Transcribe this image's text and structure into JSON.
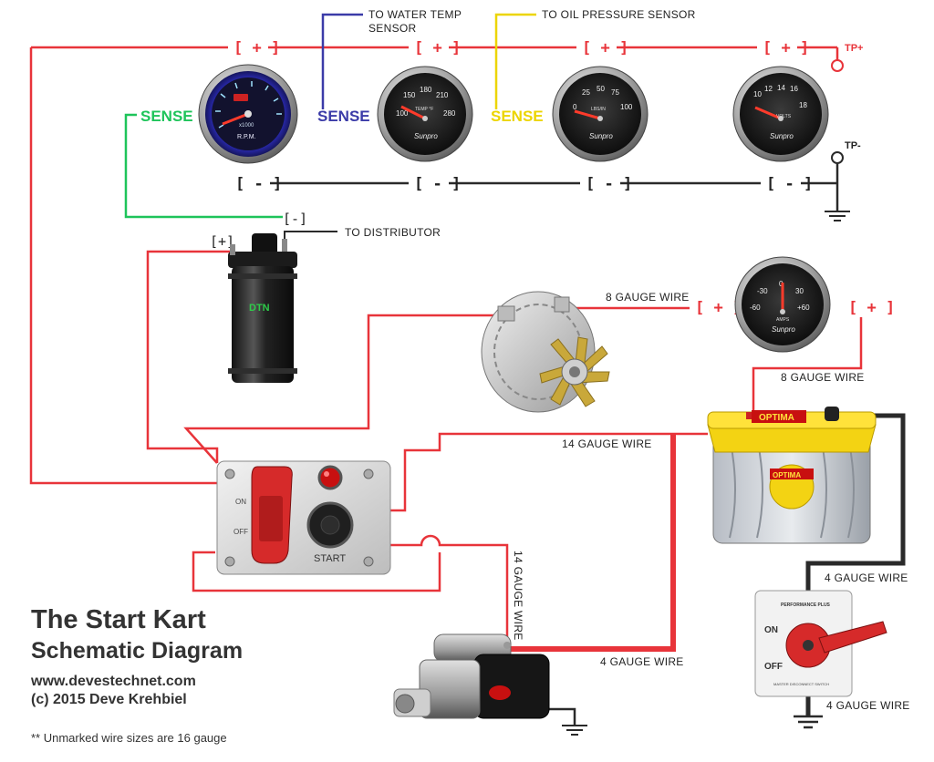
{
  "title": {
    "line1": "The Start Kart",
    "line2": "Schematic Diagram",
    "website": "www.devestechnet.com",
    "copyright": "(c) 2015 Deve Krehbiel",
    "note": "** Unmarked wire sizes are 16 gauge"
  },
  "top_labels": {
    "water_temp_line1": "TO WATER TEMP",
    "water_temp_line2": "SENSOR",
    "oil_pressure": "TO OIL PRESSURE SENSOR",
    "distributor": "TO DISTRIBUTOR",
    "tp_plus": "TP+",
    "tp_minus": "TP-"
  },
  "sense_labels": {
    "rpm": "SENSE",
    "water": "SENSE",
    "oil": "SENSE"
  },
  "polarity": {
    "plus": "[ + ]",
    "minus": "[ - ]",
    "coil_plus": "[+]",
    "coil_minus": "[-]"
  },
  "gauges": {
    "tach": {
      "brand": "R.P.M.",
      "sub": "x1000"
    },
    "temp": {
      "ticks": [
        "100",
        "150",
        "180",
        "210",
        "280"
      ],
      "unit": "TEMP °F",
      "brand": "Sunpro"
    },
    "oil": {
      "ticks": [
        "0",
        "25",
        "50",
        "75",
        "100"
      ],
      "unit": "LBS/IN",
      "brand": "Sunpro"
    },
    "volts": {
      "ticks": [
        "10",
        "12",
        "14",
        "16",
        "18"
      ],
      "unit": "VOLTS",
      "brand": "Sunpro"
    },
    "amps": {
      "ticks": [
        "-30",
        "0",
        "30",
        "-60",
        "+60"
      ],
      "unit": "AMPS",
      "brand": "Sunpro"
    }
  },
  "coil": {
    "label": "DTN"
  },
  "switch_panel": {
    "on": "ON",
    "off": "OFF",
    "start": "START"
  },
  "battery": {
    "brand": "OPTIMA"
  },
  "disconnect": {
    "brand": "PERFORMANCE PLUS",
    "on": "ON",
    "off": "OFF",
    "caption": "MASTER DISCONNECT SWITCH"
  },
  "wire_labels": {
    "alt_8": "8 GAUGE WIRE",
    "amp_8": "8 GAUGE WIRE",
    "batt_14": "14 GAUGE WIRE",
    "starter_14": "14 GAUGE WIRE",
    "starter_4": "4 GAUGE WIRE",
    "disc_4_top": "4 GAUGE WIRE",
    "disc_4_bottom": "4 GAUGE WIRE"
  },
  "colors": {
    "red_wire": "#e8343a",
    "black_wire": "#2a2a2a",
    "green_sense": "#1ec45a",
    "blue_sense": "#3b3ba8",
    "yellow_sense": "#ecd500",
    "polarity_red": "#e8343a"
  }
}
